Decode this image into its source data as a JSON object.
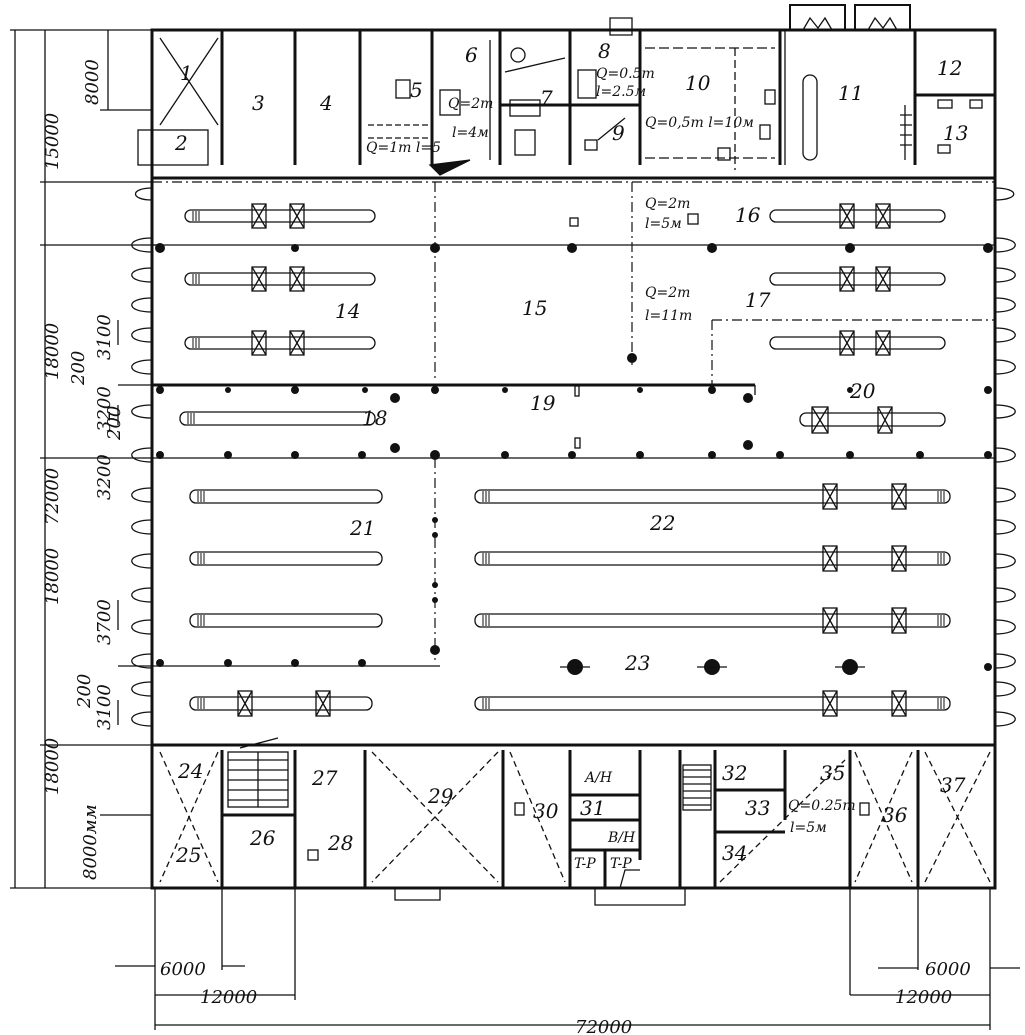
{
  "rooms": {
    "r1": "1",
    "r2": "2",
    "r3": "3",
    "r4": "4",
    "r5": "5",
    "r6": "6",
    "r7": "7",
    "r8": "8",
    "r9": "9",
    "r10": "10",
    "r11": "11",
    "r12": "12",
    "r13": "13",
    "r14": "14",
    "r15": "15",
    "r16": "16",
    "r17": "17",
    "r18": "18",
    "r19": "19",
    "r20": "20",
    "r21": "21",
    "r22": "22",
    "r23": "23",
    "r24": "24",
    "r25": "25",
    "r26": "26",
    "r27": "27",
    "r28": "28",
    "r29": "29",
    "r30": "30",
    "r31": "31",
    "r32": "32",
    "r33": "33",
    "r34": "34",
    "r35": "35",
    "r36": "36",
    "r37": "37"
  },
  "annotations": {
    "crane_top_a": "Q=2т",
    "crane_top_b": "l=4м",
    "crane_r5": "Q=1т l=5",
    "crane_r8_a": "Q=0.5т",
    "crane_r8_b": "l=2.5м",
    "crane_r10": "Q=0,5т l=10м",
    "crane_r16_a": "Q=2т",
    "crane_r16_b": "l=5м",
    "crane_r17_a": "Q=2т",
    "crane_r17_b": "l=11т",
    "crane_r33_a": "Q=0.25т",
    "crane_r33_b": "l=5м",
    "room_an": "A/H",
    "room_vn": "B/H",
    "room_tr1": "T-P",
    "room_tr2": "T-P"
  },
  "dimensions": {
    "left_8000": "8000",
    "left_15000": "15000",
    "left_18000_top": "18000",
    "left_3100_a": "3100",
    "left_200_a": "200",
    "left_3200_a": "3200",
    "left_200_b": "200",
    "left_3200_b": "3200",
    "left_18000_mid": "18000",
    "left_3700": "3700",
    "left_200_c": "200",
    "left_3100_b": "3100",
    "left_18000_bot": "18000",
    "left_8000mm": "8000мм",
    "left_72000": "72000",
    "bottom_6000_left": "6000",
    "bottom_12000_left": "12000",
    "bottom_6000_right": "6000",
    "bottom_12000_right": "12000",
    "bottom_72000": "72000"
  }
}
